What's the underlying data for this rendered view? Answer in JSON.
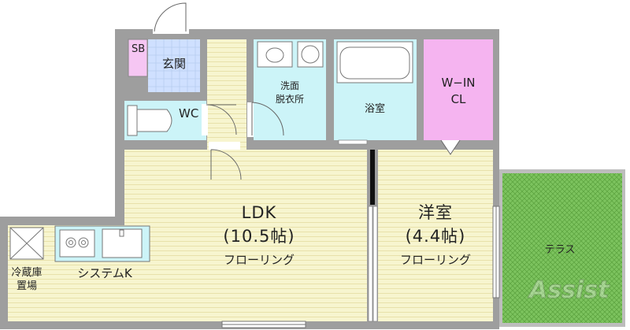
{
  "rooms": {
    "sb": "SB",
    "genkan": "玄関",
    "wc": "WC",
    "senmen_line1": "洗面",
    "senmen_line2": "脱衣所",
    "yokushitsu": "浴室",
    "wic_line1": "W−IN",
    "wic_line2": "CL",
    "ldk_name": "LDK",
    "ldk_size": "(10.5帖)",
    "ldk_floor": "フローリング",
    "yoshitsu_name": "洋室",
    "yoshitsu_size": "(4.4帖)",
    "yoshitsu_floor": "フローリング",
    "terrace": "テラス",
    "reizoko_line1": "冷蔵庫",
    "reizoko_line2": "置場",
    "system_k": "システムK"
  },
  "watermark": "Assist",
  "colors": {
    "wall": "#9e9e9e",
    "floor": "#f7f5cf",
    "floor_line": "#e6dfa8",
    "wet_area": "#ccf4f8",
    "entrance": "#cfe0ff",
    "storage": "#f6c6f3",
    "closet": "#f5b4f0",
    "terrace": "#7bc25c",
    "text": "#222222"
  }
}
